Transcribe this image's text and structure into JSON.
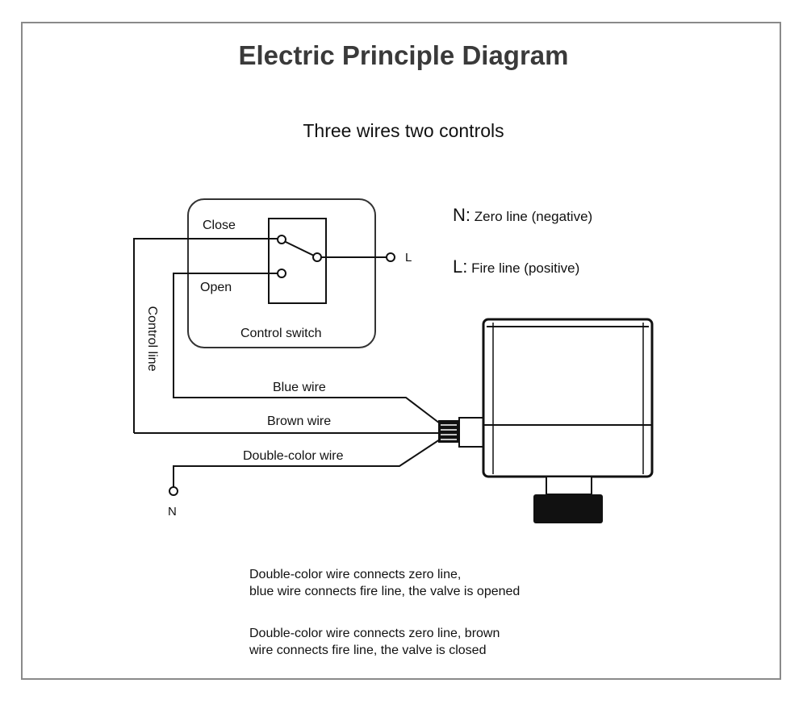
{
  "title": "Electric Principle Diagram",
  "subtitle": "Three wires two controls",
  "legend": [
    {
      "key": "N:",
      "text": "Zero line (negative)"
    },
    {
      "key": "L:",
      "text": "Fire line (positive)"
    }
  ],
  "labels": {
    "close": "Close",
    "open": "Open",
    "control_switch": "Control switch",
    "control_line": "Control line",
    "terminal_l": "L",
    "terminal_n": "N",
    "blue_wire": "Blue wire",
    "brown_wire": "Brown wire",
    "double_color_wire": "Double-color wire"
  },
  "notes": [
    {
      "line1": "Double-color wire connects zero line,",
      "line2": "blue wire connects fire line, the valve is opened"
    },
    {
      "line1": "Double-color wire connects zero line, brown",
      "line2": "wire connects fire line, the valve is closed"
    }
  ]
}
